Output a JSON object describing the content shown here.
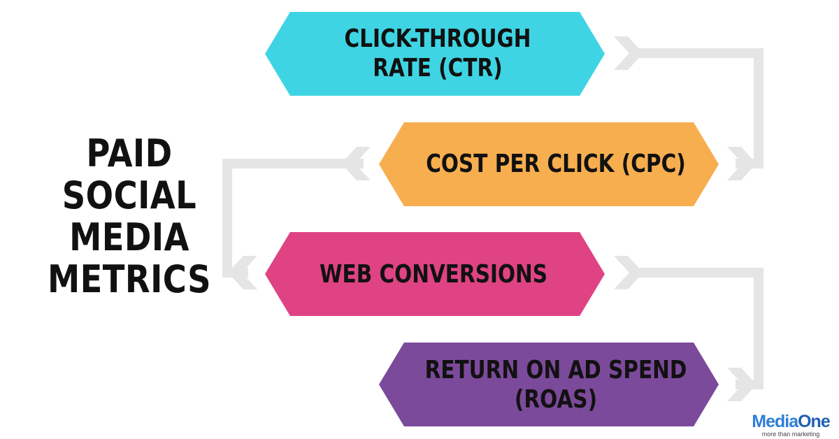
{
  "title_lines": [
    "PAID SOCIAL",
    "MEDIA",
    "METRICS"
  ],
  "metrics": [
    {
      "lines": [
        "CLICK-THROUGH",
        "RATE (CTR)"
      ],
      "color": "#3fd4e3"
    },
    {
      "lines": [
        "COST PER CLICK (CPC)"
      ],
      "color": "#f7ae4f"
    },
    {
      "lines": [
        "WEB CONVERSIONS"
      ],
      "color": "#df4383"
    },
    {
      "lines": [
        "RETURN ON AD SPEND",
        "(ROAS)"
      ],
      "color": "#7c4a9a"
    }
  ],
  "connector_color": "#e5e5e5",
  "logo": {
    "media": "Media",
    "one": "One",
    "tagline": "more than marketing"
  }
}
